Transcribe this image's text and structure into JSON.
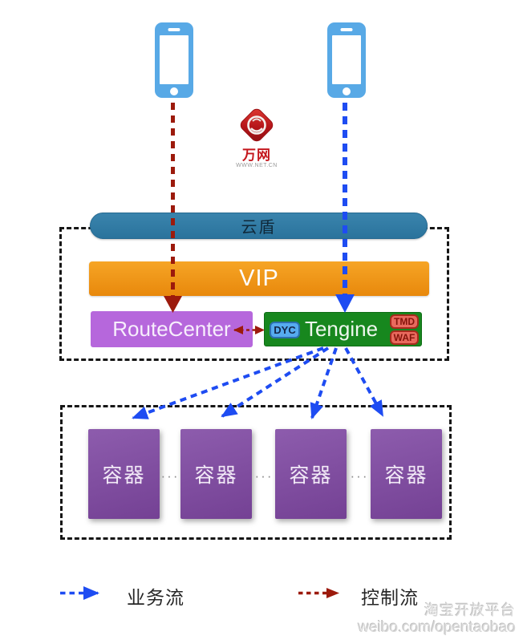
{
  "diagram": {
    "title_semantic": "aliyun-tengine-container-architecture",
    "clients": {
      "left_phone_icon": "smartphone-icon",
      "right_phone_icon": "smartphone-icon"
    },
    "logo": {
      "brand": "万网",
      "caption": "WWW.NET.CN",
      "icon": "wanwang-diamond-logo"
    },
    "gateway": {
      "shield_label": "云盾",
      "vip_label": "VIP"
    },
    "routing": {
      "route_center_label": "RouteCenter",
      "tengine_label": "Tengine",
      "dyc_badge": "DYC",
      "tmd_badge": "TMD",
      "waf_badge": "WAF"
    },
    "containers": {
      "items": [
        {
          "label": "容器"
        },
        {
          "label": "容器"
        },
        {
          "label": "容器"
        },
        {
          "label": "容器"
        }
      ],
      "separator": "···"
    },
    "legend": {
      "business_flow_label": "业务流",
      "control_flow_label": "控制流"
    },
    "watermark": {
      "line1": "淘宝开放平台",
      "line2": "weibo.com/opentaobao"
    },
    "colors": {
      "business_flow_blue": "#1e4cf2",
      "control_flow_red": "#9c1a0c",
      "shield_blue": "#2f7ca6",
      "vip_orange": "#f0941a",
      "route_center_purple": "#b667dc",
      "tengine_green": "#17871e",
      "container_purple": "#80509f",
      "dyc_badge_blue": "#56abef",
      "waf_tmd_badge_red": "#e96a5e",
      "phone_blue": "#58a9e6",
      "zone_border_black": "#161616"
    }
  }
}
